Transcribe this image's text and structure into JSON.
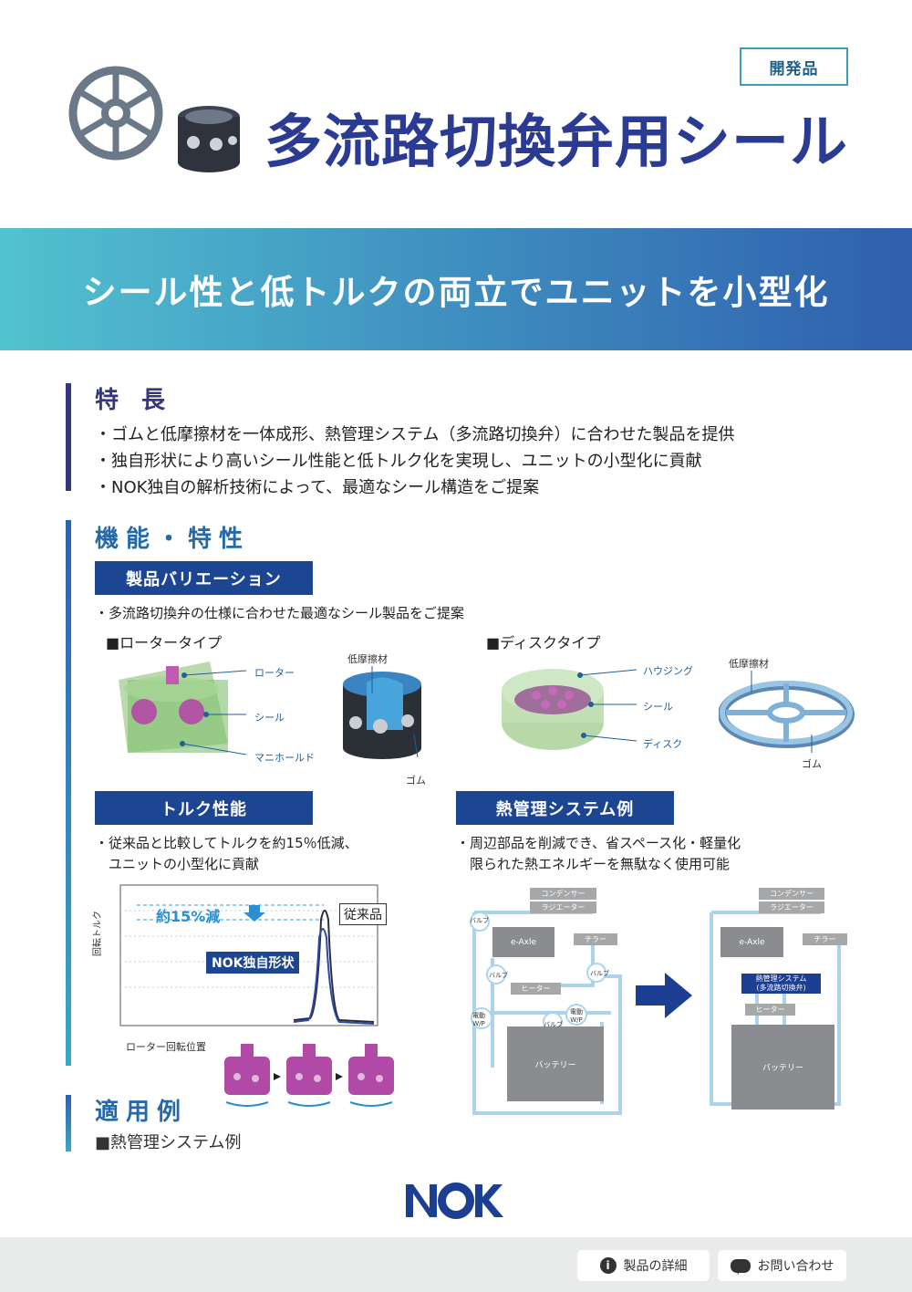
{
  "badge": "開発品",
  "title": "多流路切換弁用シール",
  "banner": "シール性と低トルクの両立でユニットを小型化",
  "features": {
    "heading": "特 長",
    "items": [
      "・ゴムと低摩擦材を一体成形、熱管理システム（多流路切換弁）に合わせた製品を提供",
      "・独自形状により高いシール性能と低トルク化を実現し、ユニットの小型化に貢献",
      "・NOK独自の解析技術によって、最適なシール構造をご提案"
    ]
  },
  "function": {
    "heading": "機能・特性",
    "variation": {
      "label": "製品バリエーション",
      "desc": "・多流路切換弁の仕様に合わせた最適なシール製品をご提案",
      "rotor": {
        "type": "■ロータータイプ",
        "callouts": [
          "ローター",
          "シール",
          "マニホールド"
        ],
        "material": "低摩擦材",
        "rubber": "ゴム"
      },
      "disc": {
        "type": "■ディスクタイプ",
        "callouts": [
          "ハウジング",
          "シール",
          "ディスク"
        ],
        "material": "低摩擦材",
        "rubber": "ゴム"
      }
    },
    "torque": {
      "label": "トルク性能",
      "desc1": "・従来品と比較してトルクを約15％低減、",
      "desc2": "ユニットの小型化に貢献",
      "reduction": "約15%減",
      "conventional": "従来品",
      "nok": "NOK独自形状",
      "ylabel": "回転トルク",
      "xlabel": "ローター回転位置"
    },
    "thermal": {
      "label": "熱管理システム例",
      "desc1": "・周辺部品を削減でき、省スペース化・軽量化",
      "desc2": "限られた熱エネルギーを無駄なく使用可能",
      "condenser": "コンデンサー",
      "radiator": "ラジエーター",
      "eaxle": "e-Axle",
      "chiller": "チラー",
      "heater": "ヒーター",
      "battery": "バッテリー",
      "valve": "バルブ",
      "pump": "電動\nW/P",
      "system": "熱管理システム\n(多流路切換弁)"
    }
  },
  "application": {
    "heading": "適用例",
    "item": "■熱管理システム例"
  },
  "brand": "NOK",
  "footer": {
    "details": "製品の詳細",
    "contact": "お問い合わせ"
  }
}
